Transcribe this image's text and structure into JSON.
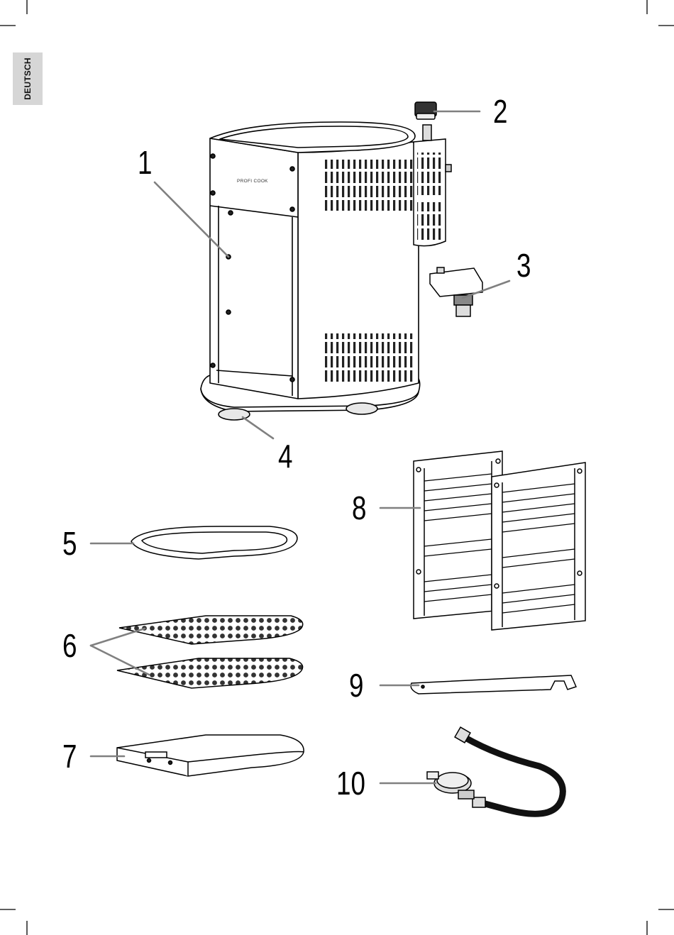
{
  "language_tab": "DEUTSCH",
  "brand_logo_text": "PROFI COOK",
  "labels": [
    "1",
    "2",
    "3",
    "4",
    "5",
    "6",
    "7",
    "8",
    "9",
    "10"
  ]
}
